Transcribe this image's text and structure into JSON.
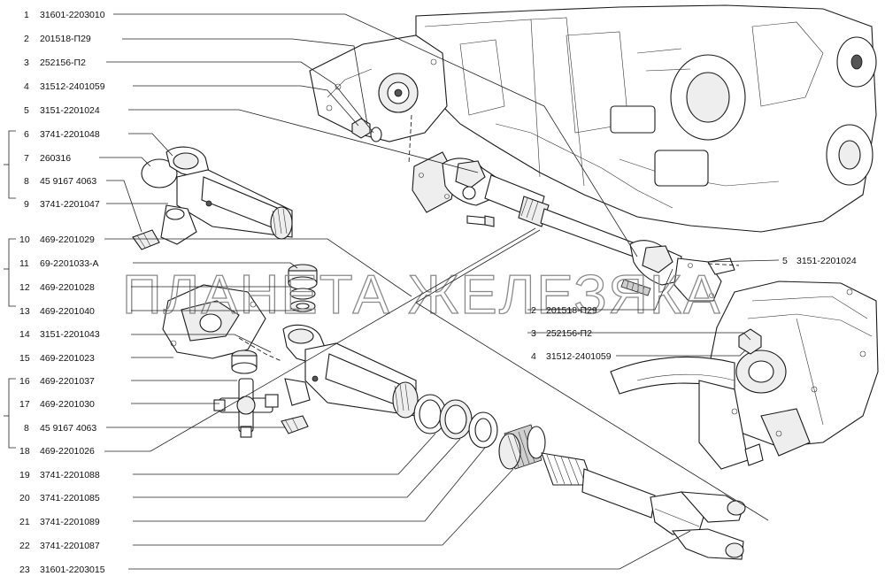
{
  "watermark": "ПЛАНЕТА ЖЕЛЕЗЯКА",
  "left_labels": [
    {
      "num": "1",
      "code": "31601-2203010"
    },
    {
      "num": "2",
      "code": "201518-П29"
    },
    {
      "num": "3",
      "code": "252156-П2"
    },
    {
      "num": "4",
      "code": "31512-2401059"
    },
    {
      "num": "5",
      "code": "3151-2201024"
    },
    {
      "num": "6",
      "code": "3741-2201048"
    },
    {
      "num": "7",
      "code": "260316"
    },
    {
      "num": "8",
      "code": "45 9167 4063"
    },
    {
      "num": "9",
      "code": "3741-2201047"
    },
    {
      "num": "10",
      "code": "469-2201029"
    },
    {
      "num": "11",
      "code": "69-2201033-А"
    },
    {
      "num": "12",
      "code": "469-2201028"
    },
    {
      "num": "13",
      "code": "469-2201040"
    },
    {
      "num": "14",
      "code": "3151-2201043"
    },
    {
      "num": "15",
      "code": "469-2201023"
    },
    {
      "num": "16",
      "code": "469-2201037"
    },
    {
      "num": "17",
      "code": "469-2201030"
    },
    {
      "num": "8",
      "code": "45 9167 4063"
    },
    {
      "num": "18",
      "code": "469-2201026"
    },
    {
      "num": "19",
      "code": "3741-2201088"
    },
    {
      "num": "20",
      "code": "3741-2201085"
    },
    {
      "num": "21",
      "code": "3741-2201089"
    },
    {
      "num": "22",
      "code": "3741-2201087"
    },
    {
      "num": "23",
      "code": "31601-2203015"
    }
  ],
  "right_labels": [
    {
      "num": "5",
      "code": "3151-2201024"
    },
    {
      "num": "2",
      "code": "201518-П29"
    },
    {
      "num": "3",
      "code": "252156-П2"
    },
    {
      "num": "4",
      "code": "31512-2401059"
    }
  ]
}
